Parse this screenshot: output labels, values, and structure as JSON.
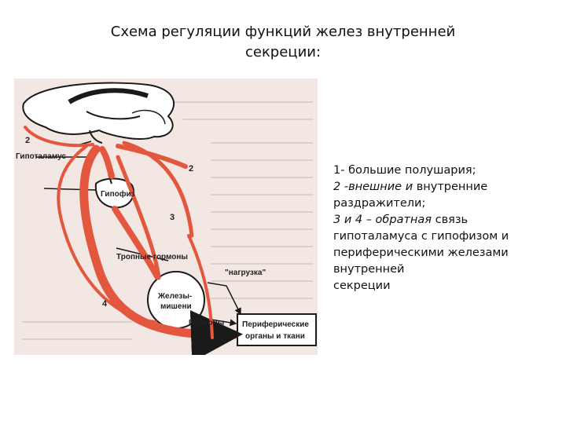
{
  "title": {
    "line1": "Схема регуляции функций желез внутренней",
    "line2": "секреции:"
  },
  "diagram": {
    "labels": {
      "num_2a": "2",
      "hypothalamus": "Гипоталамус",
      "num_2b": "2",
      "pituitary": "Гипофиз",
      "num_3": "3",
      "tropic_hormones": "Тропные гормоны",
      "load": "\"нагрузка\"",
      "target_glands_1": "Железы-",
      "target_glands_2": "мишени",
      "num_4": "4",
      "hormones": "Гормоны",
      "peripheral_1": "Периферические",
      "peripheral_2": "органы и ткани"
    },
    "colors": {
      "arrow": "#e4573f",
      "paper": "#f3e7e3",
      "ink": "#1a1a1a"
    }
  },
  "legend": {
    "line1": "1- большие полушария;",
    "line2_it": "2 -внешние и",
    "line2_rest": " внутренние",
    "line3": "раздражители;",
    "line4_it": "3 и 4 – обратная",
    "line4_rest": " связь",
    "line5": "гипоталамуса с гипофизом и",
    "line6": "периферическими железами",
    "line7": "внутренней",
    "line8": "секреции"
  }
}
